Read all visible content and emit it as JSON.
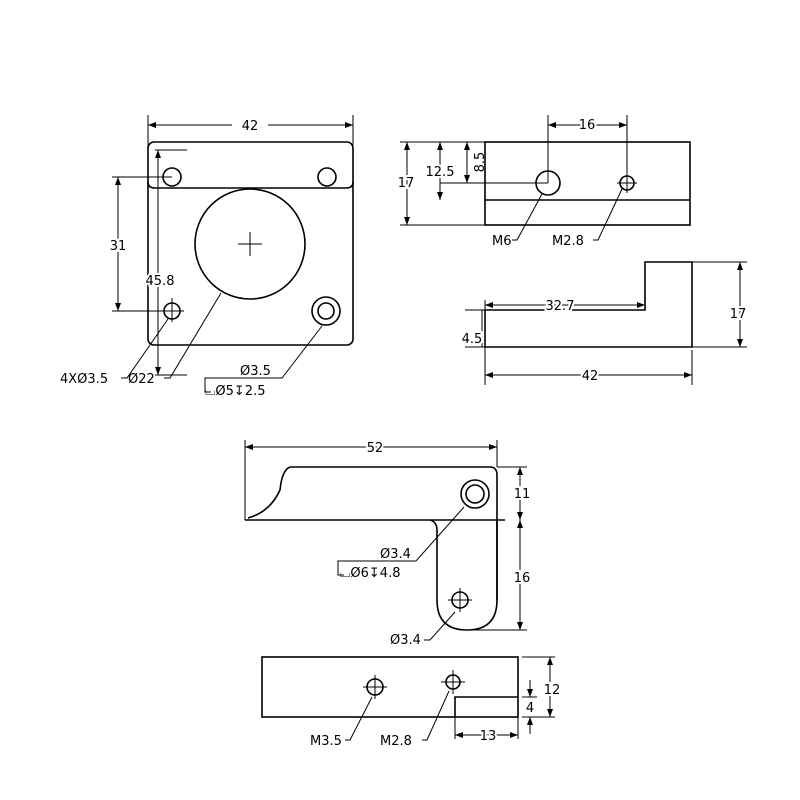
{
  "colors": {
    "line": "#000000",
    "background": "#ffffff"
  },
  "front_view": {
    "width": "42",
    "hole_spacing": "31",
    "height": "45.8",
    "mount_holes": "4XØ3.5",
    "bore": "Ø22",
    "cbore_hole": "Ø3.5",
    "cbore_spec": "⌴Ø5↧2.5"
  },
  "top_view": {
    "hole_spacing": "16",
    "height": "17",
    "m6_height": "12.5",
    "m28_offset": "8.5",
    "m6": "M6",
    "m28": "M2.8"
  },
  "side_view": {
    "slot_length": "32.7",
    "base_thickness": "4.5",
    "height": "17",
    "width": "42"
  },
  "arm_view": {
    "width": "52",
    "upper": "11",
    "lower": "16",
    "cbore_hole": "Ø3.4",
    "cbore_spec": "⌴Ø6↧4.8",
    "lower_hole": "Ø3.4"
  },
  "bottom_view": {
    "height": "12",
    "step": "4",
    "step_length": "13",
    "m35": "M3.5",
    "m28": "M2.8"
  }
}
